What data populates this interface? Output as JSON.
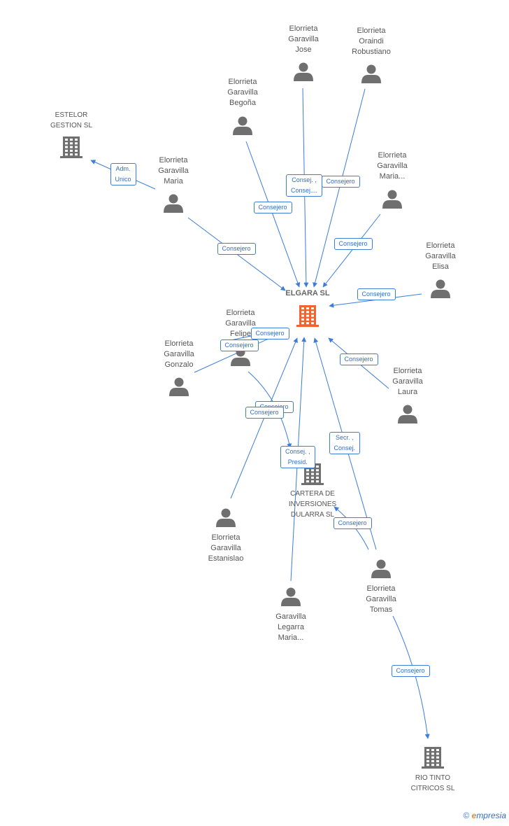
{
  "colors": {
    "edge": "#3b7dd8",
    "person": "#6f6f6f",
    "company": "#6f6f6f",
    "main_company": "#f0642e"
  },
  "nodes": [
    {
      "id": "elgara",
      "kind": "main-company",
      "lines": [
        "ELGARA SL"
      ]
    },
    {
      "id": "estelor",
      "kind": "company",
      "lines": [
        "ESTELOR",
        "GESTION SL"
      ]
    },
    {
      "id": "cartera",
      "kind": "company",
      "lines": [
        "CARTERA DE",
        "INVERSIONES",
        "DULARRA SL"
      ]
    },
    {
      "id": "riotinto",
      "kind": "company",
      "lines": [
        "RIO TINTO",
        "CITRICOS SL"
      ]
    },
    {
      "id": "jose",
      "kind": "person",
      "lines": [
        "Elorrieta",
        "Garavilla",
        "Jose"
      ]
    },
    {
      "id": "robustiano",
      "kind": "person",
      "lines": [
        "Elorrieta",
        "Oraindi",
        "Robustiano"
      ]
    },
    {
      "id": "begona",
      "kind": "person",
      "lines": [
        "Elorrieta",
        "Garavilla",
        "Begoña"
      ]
    },
    {
      "id": "maria",
      "kind": "person",
      "lines": [
        "Elorrieta",
        "Garavilla",
        "Maria"
      ]
    },
    {
      "id": "maria2",
      "kind": "person",
      "lines": [
        "Elorrieta",
        "Garavilla",
        "Maria..."
      ]
    },
    {
      "id": "elisa",
      "kind": "person",
      "lines": [
        "Elorrieta",
        "Garavilla",
        "Elisa"
      ]
    },
    {
      "id": "felipe",
      "kind": "person",
      "lines": [
        "Elorrieta",
        "Garavilla",
        "Felipe"
      ]
    },
    {
      "id": "gonzalo",
      "kind": "person",
      "lines": [
        "Elorrieta",
        "Garavilla",
        "Gonzalo"
      ]
    },
    {
      "id": "laura",
      "kind": "person",
      "lines": [
        "Elorrieta",
        "Garavilla",
        "Laura"
      ]
    },
    {
      "id": "estanislao",
      "kind": "person",
      "lines": [
        "Elorrieta",
        "Garavilla",
        "Estanislao"
      ]
    },
    {
      "id": "legarra",
      "kind": "person",
      "lines": [
        "Garavilla",
        "Legarra",
        "Maria..."
      ]
    },
    {
      "id": "tomas",
      "kind": "person",
      "lines": [
        "Elorrieta",
        "Garavilla",
        "Tomas"
      ]
    }
  ],
  "edges": [
    {
      "from": "jose",
      "to": "elgara",
      "label": [
        "Consej. ,",
        "Consej...."
      ]
    },
    {
      "from": "robustiano",
      "to": "elgara",
      "label": [
        "Consejero"
      ]
    },
    {
      "from": "begona",
      "to": "elgara",
      "label": [
        "Consejero"
      ]
    },
    {
      "from": "maria",
      "to": "estelor",
      "label": [
        "Adm.",
        "Unico"
      ]
    },
    {
      "from": "maria",
      "to": "elgara",
      "label": [
        "Consejero"
      ]
    },
    {
      "from": "maria2",
      "to": "elgara",
      "label": [
        "Consejero"
      ]
    },
    {
      "from": "elisa",
      "to": "elgara",
      "label": [
        "Consejero"
      ]
    },
    {
      "from": "felipe",
      "to": "elgara",
      "label": [
        "Consejero"
      ]
    },
    {
      "from": "gonzalo",
      "to": "elgara",
      "label": [
        "Consejero"
      ]
    },
    {
      "from": "laura",
      "to": "elgara",
      "label": [
        "Consejero"
      ]
    },
    {
      "from": "felipe",
      "to": "cartera",
      "label": [
        "Consejero"
      ]
    },
    {
      "from": "estanislao",
      "to": "elgara",
      "label": [
        "Consejero"
      ]
    },
    {
      "from": "legarra",
      "to": "elgara",
      "label": [
        "Consej. ,",
        "Presid."
      ]
    },
    {
      "from": "tomas",
      "to": "elgara",
      "label": [
        "Secr. ,",
        "Consej."
      ]
    },
    {
      "from": "tomas",
      "to": "cartera",
      "label": [
        "Consejero"
      ]
    },
    {
      "from": "tomas",
      "to": "riotinto",
      "label": [
        "Consejero"
      ]
    }
  ],
  "footer": {
    "copyright": "©",
    "brand_initial": "e",
    "brand_rest": "mpresia"
  }
}
